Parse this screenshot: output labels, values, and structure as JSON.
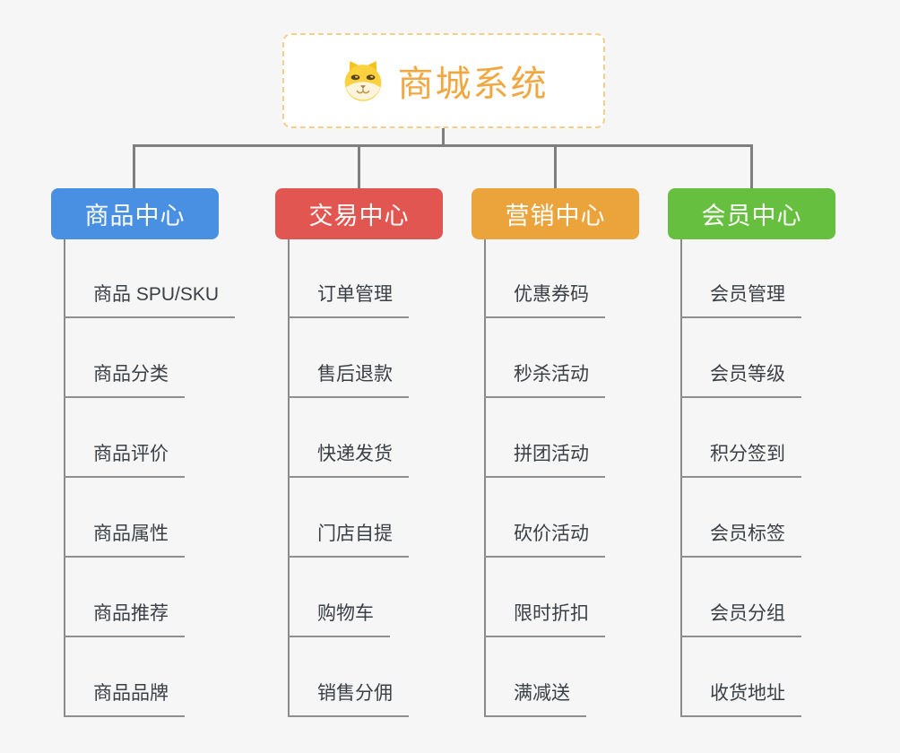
{
  "canvas": {
    "background": "#f6f6f6",
    "connector_color": "#7f7f7f"
  },
  "root": {
    "title": "商城系统",
    "icon": "dog-face-icon",
    "title_color": "#f0a843",
    "border_color": "#f3cf8a"
  },
  "branches": [
    {
      "label": "商品中心",
      "color": "#4a90e2",
      "items": [
        "商品 SPU/SKU",
        "商品分类",
        "商品评价",
        "商品属性",
        "商品推荐",
        "商品品牌"
      ]
    },
    {
      "label": "交易中心",
      "color": "#e25652",
      "items": [
        "订单管理",
        "售后退款",
        "快递发货",
        "门店自提",
        "购物车",
        "销售分佣"
      ]
    },
    {
      "label": "营销中心",
      "color": "#eba33b",
      "items": [
        "优惠券码",
        "秒杀活动",
        "拼团活动",
        "砍价活动",
        "限时折扣",
        "满减送"
      ]
    },
    {
      "label": "会员中心",
      "color": "#67bf40",
      "items": [
        "会员管理",
        "会员等级",
        "积分签到",
        "会员标签",
        "会员分组",
        "收货地址"
      ]
    }
  ]
}
